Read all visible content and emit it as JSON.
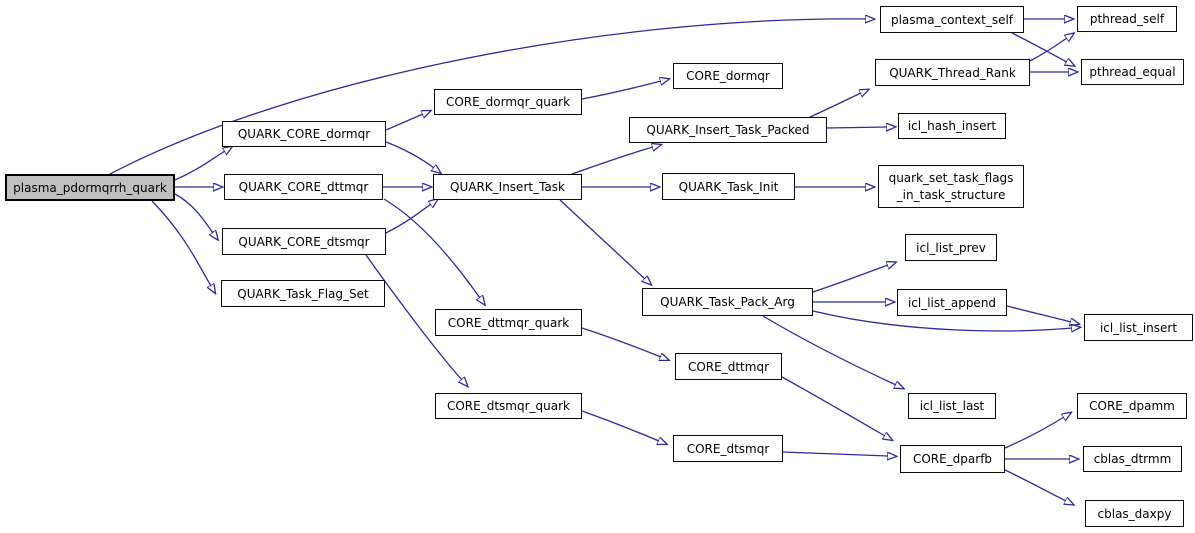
{
  "diagram": {
    "type": "call-graph",
    "root_function": "plasma_pdormqrrh_quark",
    "colors": {
      "edge": "#2a2a9c",
      "arrowhead": "#191970",
      "node_fill": "#ffffff",
      "node_border": "#000000",
      "root_node_fill": "#c0c0c0",
      "background": "#ffffff"
    },
    "nodes": [
      {
        "id": "plasma_pdormqrrh_quark",
        "label": "plasma_pdormqrrh_quark",
        "root": true
      },
      {
        "id": "QUARK_CORE_dormqr",
        "label": "QUARK_CORE_dormqr"
      },
      {
        "id": "QUARK_CORE_dttmqr",
        "label": "QUARK_CORE_dttmqr"
      },
      {
        "id": "QUARK_CORE_dtsmqr",
        "label": "QUARK_CORE_dtsmqr"
      },
      {
        "id": "QUARK_Task_Flag_Set",
        "label": "QUARK_Task_Flag_Set"
      },
      {
        "id": "CORE_dormqr_quark",
        "label": "CORE_dormqr_quark"
      },
      {
        "id": "QUARK_Insert_Task",
        "label": "QUARK_Insert_Task"
      },
      {
        "id": "CORE_dttmqr_quark",
        "label": "CORE_dttmqr_quark"
      },
      {
        "id": "CORE_dtsmqr_quark",
        "label": "CORE_dtsmqr_quark"
      },
      {
        "id": "CORE_dormqr",
        "label": "CORE_dormqr"
      },
      {
        "id": "QUARK_Insert_Task_Packed",
        "label": "QUARK_Insert_Task_Packed"
      },
      {
        "id": "QUARK_Task_Init",
        "label": "QUARK_Task_Init"
      },
      {
        "id": "QUARK_Task_Pack_Arg",
        "label": "QUARK_Task_Pack_Arg"
      },
      {
        "id": "CORE_dttmqr",
        "label": "CORE_dttmqr"
      },
      {
        "id": "CORE_dtsmqr",
        "label": "CORE_dtsmqr"
      },
      {
        "id": "plasma_context_self",
        "label": "plasma_context_self"
      },
      {
        "id": "QUARK_Thread_Rank",
        "label": "QUARK_Thread_Rank"
      },
      {
        "id": "icl_hash_insert",
        "label": "icl_hash_insert"
      },
      {
        "id": "quark_set_task_flags_in_task_structure",
        "label": "quark_set_task_flags\n_in_task_structure"
      },
      {
        "id": "icl_list_prev",
        "label": "icl_list_prev"
      },
      {
        "id": "icl_list_append",
        "label": "icl_list_append"
      },
      {
        "id": "icl_list_last",
        "label": "icl_list_last"
      },
      {
        "id": "CORE_dparfb",
        "label": "CORE_dparfb"
      },
      {
        "id": "pthread_self",
        "label": "pthread_self"
      },
      {
        "id": "pthread_equal",
        "label": "pthread_equal"
      },
      {
        "id": "icl_list_insert",
        "label": "icl_list_insert"
      },
      {
        "id": "CORE_dpamm",
        "label": "CORE_dpamm"
      },
      {
        "id": "cblas_dtrmm",
        "label": "cblas_dtrmm"
      },
      {
        "id": "cblas_daxpy",
        "label": "cblas_daxpy"
      }
    ],
    "edges": [
      {
        "from": "plasma_pdormqrrh_quark",
        "to": "plasma_context_self"
      },
      {
        "from": "plasma_pdormqrrh_quark",
        "to": "QUARK_CORE_dormqr"
      },
      {
        "from": "plasma_pdormqrrh_quark",
        "to": "QUARK_CORE_dttmqr"
      },
      {
        "from": "plasma_pdormqrrh_quark",
        "to": "QUARK_CORE_dtsmqr"
      },
      {
        "from": "plasma_pdormqrrh_quark",
        "to": "QUARK_Task_Flag_Set"
      },
      {
        "from": "QUARK_CORE_dormqr",
        "to": "CORE_dormqr_quark"
      },
      {
        "from": "QUARK_CORE_dormqr",
        "to": "QUARK_Insert_Task"
      },
      {
        "from": "QUARK_CORE_dttmqr",
        "to": "QUARK_Insert_Task"
      },
      {
        "from": "QUARK_CORE_dttmqr",
        "to": "CORE_dttmqr_quark"
      },
      {
        "from": "QUARK_CORE_dtsmqr",
        "to": "QUARK_Insert_Task"
      },
      {
        "from": "QUARK_CORE_dtsmqr",
        "to": "CORE_dtsmqr_quark"
      },
      {
        "from": "CORE_dormqr_quark",
        "to": "CORE_dormqr"
      },
      {
        "from": "QUARK_Insert_Task",
        "to": "QUARK_Insert_Task_Packed"
      },
      {
        "from": "QUARK_Insert_Task",
        "to": "QUARK_Task_Init"
      },
      {
        "from": "QUARK_Insert_Task",
        "to": "QUARK_Task_Pack_Arg"
      },
      {
        "from": "QUARK_Insert_Task_Packed",
        "to": "QUARK_Thread_Rank"
      },
      {
        "from": "QUARK_Insert_Task_Packed",
        "to": "icl_hash_insert"
      },
      {
        "from": "QUARK_Task_Init",
        "to": "quark_set_task_flags_in_task_structure"
      },
      {
        "from": "QUARK_Task_Pack_Arg",
        "to": "icl_list_prev"
      },
      {
        "from": "QUARK_Task_Pack_Arg",
        "to": "icl_list_append"
      },
      {
        "from": "QUARK_Task_Pack_Arg",
        "to": "icl_list_insert"
      },
      {
        "from": "QUARK_Task_Pack_Arg",
        "to": "icl_list_last"
      },
      {
        "from": "icl_list_append",
        "to": "icl_list_insert"
      },
      {
        "from": "plasma_context_self",
        "to": "pthread_self"
      },
      {
        "from": "plasma_context_self",
        "to": "pthread_equal"
      },
      {
        "from": "QUARK_Thread_Rank",
        "to": "pthread_self"
      },
      {
        "from": "QUARK_Thread_Rank",
        "to": "pthread_equal"
      },
      {
        "from": "CORE_dttmqr_quark",
        "to": "CORE_dttmqr"
      },
      {
        "from": "CORE_dtsmqr_quark",
        "to": "CORE_dtsmqr"
      },
      {
        "from": "CORE_dttmqr",
        "to": "CORE_dparfb"
      },
      {
        "from": "CORE_dtsmqr",
        "to": "CORE_dparfb"
      },
      {
        "from": "CORE_dparfb",
        "to": "CORE_dpamm"
      },
      {
        "from": "CORE_dparfb",
        "to": "cblas_dtrmm"
      },
      {
        "from": "CORE_dparfb",
        "to": "cblas_daxpy"
      }
    ]
  }
}
